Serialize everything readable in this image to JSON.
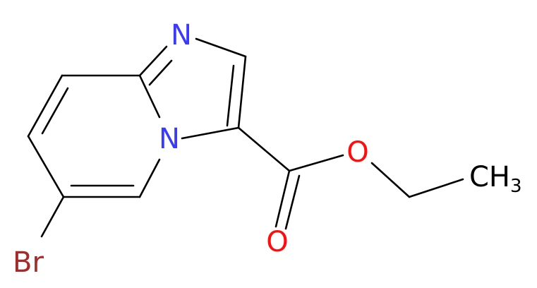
{
  "molecule": {
    "atoms": {
      "n_imidazole": "N",
      "n_bridge": "N",
      "o_ester": "O",
      "o_carbonyl": "O",
      "methyl": "CH",
      "methyl_sub": "3",
      "bromine": "Br"
    },
    "colors": {
      "nitrogen": "#3a3aff",
      "oxygen": "#ff0d0d",
      "bromine": "#a52a2a",
      "carbon": "#000000",
      "bond": "#000000"
    }
  }
}
